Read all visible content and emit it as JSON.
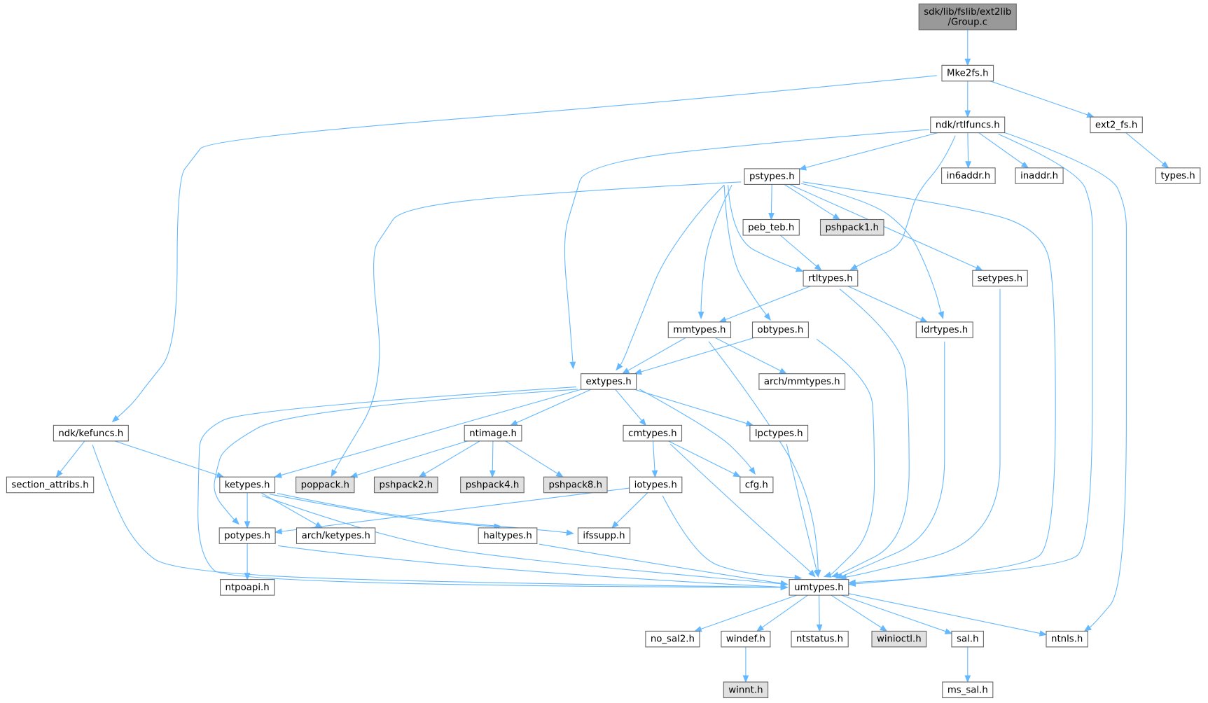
{
  "diagram": {
    "type": "include-dependency-graph",
    "colors": {
      "root_fill": "#999999",
      "node_fill": "#ffffff",
      "missing_fill": "#e0e0e0",
      "border": "#666666",
      "edge": "#63b8ff"
    },
    "nodes": [
      {
        "id": "group",
        "lines": [
          "sdk/lib/fslib/ext2lib",
          "/Group.c"
        ],
        "kind": "root"
      },
      {
        "id": "mke2fs",
        "lines": [
          "Mke2fs.h"
        ],
        "kind": "normal"
      },
      {
        "id": "rtlfuncs",
        "lines": [
          "ndk/rtlfuncs.h"
        ],
        "kind": "normal"
      },
      {
        "id": "ext2fs",
        "lines": [
          "ext2_fs.h"
        ],
        "kind": "normal"
      },
      {
        "id": "types",
        "lines": [
          "types.h"
        ],
        "kind": "normal"
      },
      {
        "id": "pstypes",
        "lines": [
          "pstypes.h"
        ],
        "kind": "normal"
      },
      {
        "id": "in6addr",
        "lines": [
          "in6addr.h"
        ],
        "kind": "normal"
      },
      {
        "id": "inaddr",
        "lines": [
          "inaddr.h"
        ],
        "kind": "normal"
      },
      {
        "id": "pebteb",
        "lines": [
          "peb_teb.h"
        ],
        "kind": "normal"
      },
      {
        "id": "pshpack1",
        "lines": [
          "pshpack1.h"
        ],
        "kind": "missing"
      },
      {
        "id": "rtltypes",
        "lines": [
          "rtltypes.h"
        ],
        "kind": "normal"
      },
      {
        "id": "setypes",
        "lines": [
          "setypes.h"
        ],
        "kind": "normal"
      },
      {
        "id": "mmtypes",
        "lines": [
          "mmtypes.h"
        ],
        "kind": "normal"
      },
      {
        "id": "obtypes",
        "lines": [
          "obtypes.h"
        ],
        "kind": "normal"
      },
      {
        "id": "ldrtypes",
        "lines": [
          "ldrtypes.h"
        ],
        "kind": "normal"
      },
      {
        "id": "extypes",
        "lines": [
          "extypes.h"
        ],
        "kind": "normal"
      },
      {
        "id": "archmm",
        "lines": [
          "arch/mmtypes.h"
        ],
        "kind": "normal"
      },
      {
        "id": "kefuncs",
        "lines": [
          "ndk/kefuncs.h"
        ],
        "kind": "normal"
      },
      {
        "id": "ntimage",
        "lines": [
          "ntimage.h"
        ],
        "kind": "normal"
      },
      {
        "id": "cmtypes",
        "lines": [
          "cmtypes.h"
        ],
        "kind": "normal"
      },
      {
        "id": "lpctypes",
        "lines": [
          "lpctypes.h"
        ],
        "kind": "normal"
      },
      {
        "id": "section",
        "lines": [
          "section_attribs.h"
        ],
        "kind": "normal"
      },
      {
        "id": "ketypes",
        "lines": [
          "ketypes.h"
        ],
        "kind": "normal"
      },
      {
        "id": "poppack",
        "lines": [
          "poppack.h"
        ],
        "kind": "missing"
      },
      {
        "id": "pshpack2",
        "lines": [
          "pshpack2.h"
        ],
        "kind": "missing"
      },
      {
        "id": "pshpack4",
        "lines": [
          "pshpack4.h"
        ],
        "kind": "missing"
      },
      {
        "id": "pshpack8",
        "lines": [
          "pshpack8.h"
        ],
        "kind": "missing"
      },
      {
        "id": "iotypes",
        "lines": [
          "iotypes.h"
        ],
        "kind": "normal"
      },
      {
        "id": "cfg",
        "lines": [
          "cfg.h"
        ],
        "kind": "normal"
      },
      {
        "id": "potypes",
        "lines": [
          "potypes.h"
        ],
        "kind": "normal"
      },
      {
        "id": "archke",
        "lines": [
          "arch/ketypes.h"
        ],
        "kind": "normal"
      },
      {
        "id": "haltypes",
        "lines": [
          "haltypes.h"
        ],
        "kind": "normal"
      },
      {
        "id": "ifssupp",
        "lines": [
          "ifssupp.h"
        ],
        "kind": "normal"
      },
      {
        "id": "ntpoapi",
        "lines": [
          "ntpoapi.h"
        ],
        "kind": "normal"
      },
      {
        "id": "umtypes",
        "lines": [
          "umtypes.h"
        ],
        "kind": "normal"
      },
      {
        "id": "nosal2",
        "lines": [
          "no_sal2.h"
        ],
        "kind": "normal"
      },
      {
        "id": "windef",
        "lines": [
          "windef.h"
        ],
        "kind": "normal"
      },
      {
        "id": "ntstatus",
        "lines": [
          "ntstatus.h"
        ],
        "kind": "normal"
      },
      {
        "id": "winioctl",
        "lines": [
          "winioctl.h"
        ],
        "kind": "missing"
      },
      {
        "id": "sal",
        "lines": [
          "sal.h"
        ],
        "kind": "normal"
      },
      {
        "id": "ntnls",
        "lines": [
          "ntnls.h"
        ],
        "kind": "normal"
      },
      {
        "id": "winnt",
        "lines": [
          "winnt.h"
        ],
        "kind": "missing"
      },
      {
        "id": "mssal",
        "lines": [
          "ms_sal.h"
        ],
        "kind": "normal"
      }
    ],
    "edges": [
      [
        "group",
        "mke2fs"
      ],
      [
        "mke2fs",
        "kefuncs"
      ],
      [
        "mke2fs",
        "rtlfuncs"
      ],
      [
        "mke2fs",
        "ext2fs"
      ],
      [
        "ext2fs",
        "types"
      ],
      [
        "rtlfuncs",
        "extypes"
      ],
      [
        "rtlfuncs",
        "pstypes"
      ],
      [
        "rtlfuncs",
        "rtltypes"
      ],
      [
        "rtlfuncs",
        "in6addr"
      ],
      [
        "rtlfuncs",
        "inaddr"
      ],
      [
        "rtlfuncs",
        "umtypes"
      ],
      [
        "rtlfuncs",
        "ntnls"
      ],
      [
        "pstypes",
        "poppack"
      ],
      [
        "pstypes",
        "extypes"
      ],
      [
        "pstypes",
        "mmtypes"
      ],
      [
        "pstypes",
        "rtltypes"
      ],
      [
        "pstypes",
        "obtypes"
      ],
      [
        "pstypes",
        "pebteb"
      ],
      [
        "pstypes",
        "pshpack1"
      ],
      [
        "pstypes",
        "ldrtypes"
      ],
      [
        "pstypes",
        "setypes"
      ],
      [
        "pstypes",
        "umtypes"
      ],
      [
        "pebteb",
        "rtltypes"
      ],
      [
        "rtltypes",
        "mmtypes"
      ],
      [
        "rtltypes",
        "ldrtypes"
      ],
      [
        "rtltypes",
        "umtypes"
      ],
      [
        "setypes",
        "umtypes"
      ],
      [
        "ldrtypes",
        "umtypes"
      ],
      [
        "mmtypes",
        "extypes"
      ],
      [
        "mmtypes",
        "archmm"
      ],
      [
        "mmtypes",
        "umtypes"
      ],
      [
        "obtypes",
        "extypes"
      ],
      [
        "obtypes",
        "umtypes"
      ],
      [
        "extypes",
        "potypes"
      ],
      [
        "extypes",
        "ketypes"
      ],
      [
        "extypes",
        "umtypes"
      ],
      [
        "extypes",
        "ntimage"
      ],
      [
        "extypes",
        "cmtypes"
      ],
      [
        "extypes",
        "cfg"
      ],
      [
        "extypes",
        "lpctypes"
      ],
      [
        "kefuncs",
        "section"
      ],
      [
        "kefuncs",
        "ketypes"
      ],
      [
        "kefuncs",
        "umtypes"
      ],
      [
        "ntimage",
        "poppack"
      ],
      [
        "ntimage",
        "pshpack2"
      ],
      [
        "ntimage",
        "pshpack4"
      ],
      [
        "ntimage",
        "pshpack8"
      ],
      [
        "cmtypes",
        "iotypes"
      ],
      [
        "cmtypes",
        "cfg"
      ],
      [
        "cmtypes",
        "umtypes"
      ],
      [
        "lpctypes",
        "umtypes"
      ],
      [
        "iotypes",
        "potypes"
      ],
      [
        "iotypes",
        "ifssupp"
      ],
      [
        "iotypes",
        "umtypes"
      ],
      [
        "ketypes",
        "potypes"
      ],
      [
        "ketypes",
        "archke"
      ],
      [
        "ketypes",
        "haltypes"
      ],
      [
        "ketypes",
        "ifssupp"
      ],
      [
        "ketypes",
        "umtypes"
      ],
      [
        "potypes",
        "ntpoapi"
      ],
      [
        "potypes",
        "umtypes"
      ],
      [
        "haltypes",
        "umtypes"
      ],
      [
        "umtypes",
        "nosal2"
      ],
      [
        "umtypes",
        "windef"
      ],
      [
        "umtypes",
        "ntstatus"
      ],
      [
        "umtypes",
        "winioctl"
      ],
      [
        "umtypes",
        "sal"
      ],
      [
        "umtypes",
        "ntnls"
      ],
      [
        "windef",
        "winnt"
      ],
      [
        "sal",
        "mssal"
      ]
    ]
  }
}
